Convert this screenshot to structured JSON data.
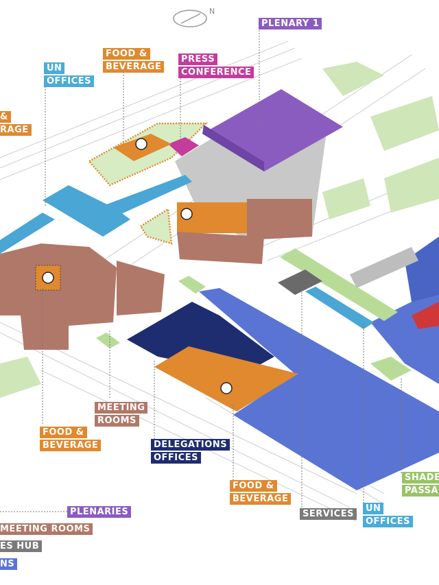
{
  "compass": {
    "north_label": "N"
  },
  "colors": {
    "plenary": "#8a5cc0",
    "press": "#c43c9c",
    "food": "#e0892f",
    "un_offices": "#4aacd8",
    "meeting": "#b07868",
    "delegations": "#1e2d70",
    "services": "#7a7a7a",
    "shade": "#98c468",
    "pavilions": "#5a74d4"
  },
  "labels": {
    "plenary1": [
      "PLENARY 1"
    ],
    "press": [
      "PRESS",
      "CONFERENCE"
    ],
    "food_top": [
      "FOOD &",
      "BEVERAGE"
    ],
    "un_top": [
      "UN",
      "OFFICES"
    ],
    "food_left": [
      "&",
      "RAGE"
    ],
    "meeting": [
      "MEETING",
      "ROOMS"
    ],
    "food_bottom_left": [
      "FOOD &",
      "BEVERAGE"
    ],
    "delegations": [
      "DELEGATIONS",
      "OFFICES"
    ],
    "food_bottom": [
      "FOOD &",
      "BEVERAGE"
    ],
    "services": [
      "SERVICES"
    ],
    "un_bottom": [
      "UN",
      "OFFICES"
    ],
    "shade": [
      "SHADE",
      "PASSAG"
    ]
  },
  "legend": [
    {
      "label": "PLENARIES",
      "color": "#8a5cc0"
    },
    {
      "label": "MEETING ROOMS",
      "color": "#b07868"
    },
    {
      "label": "ES HUB",
      "color": "#7a7a7a"
    },
    {
      "label": "NS",
      "color": "#5a74d4"
    }
  ]
}
